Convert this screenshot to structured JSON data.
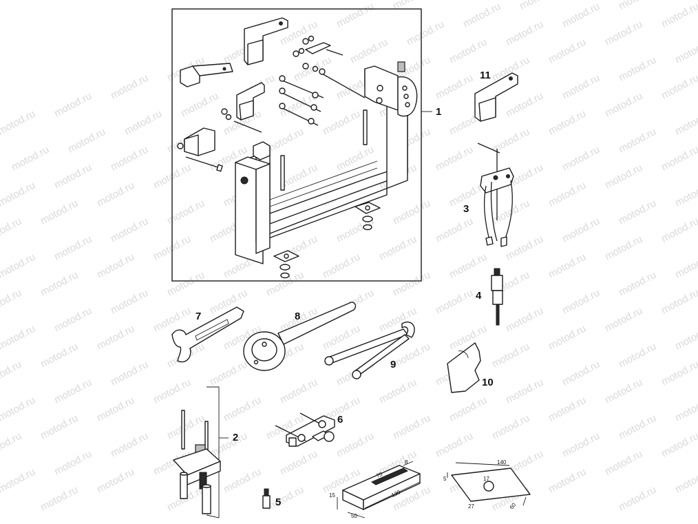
{
  "watermark": {
    "text": "motod.ru",
    "color": "#d9d9d9"
  },
  "callouts": {
    "n1": "1",
    "n2": "2",
    "n3": "3",
    "n4": "4",
    "n5": "5",
    "n6": "6",
    "n7": "7",
    "n8": "8",
    "n9": "9",
    "n10": "10",
    "n11": "11"
  },
  "dimensions": {
    "block": {
      "d15": "15",
      "d50": "50",
      "d130": "130",
      "d75": "75",
      "d8": "8"
    },
    "plate": {
      "d5": "5",
      "d140": "140",
      "d17": "17",
      "d27": "27",
      "d60": "60"
    }
  },
  "icons": {
    "frame": "frame-stand-icon",
    "puller": "three-jaw-puller-icon",
    "extractor": "slide-hammer-icon",
    "wrench": "pin-spanner-icon"
  }
}
